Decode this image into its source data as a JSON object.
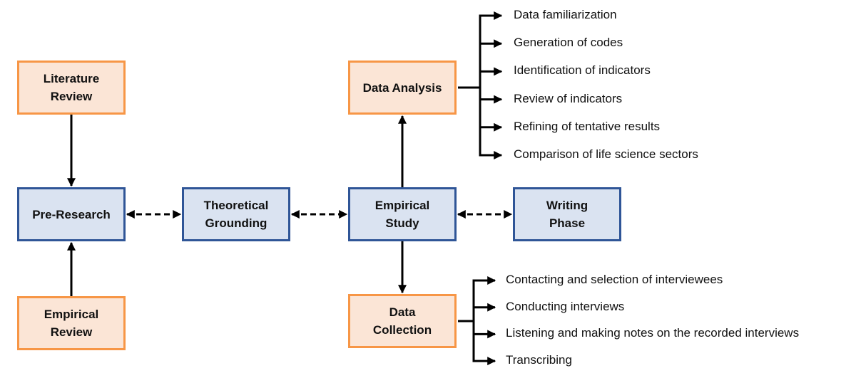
{
  "colors": {
    "orange_fill": "#fbe5d6",
    "orange_border": "#f79646",
    "blue_fill": "#dae3f1",
    "blue_border": "#2f5597",
    "line": "#000000"
  },
  "nodes": {
    "literature_review": "Literature\nReview",
    "pre_research": "Pre-Research",
    "empirical_review": "Empirical\nReview",
    "theoretical_grounding": "Theoretical\nGrounding",
    "empirical_study": "Empirical\nStudy",
    "writing_phase": "Writing\nPhase",
    "data_analysis": "Data Analysis",
    "data_collection": "Data\nCollection"
  },
  "data_analysis_steps": [
    "Data familiarization",
    "Generation of codes",
    "Identification of indicators",
    "Review of indicators",
    "Refining of tentative results",
    "Comparison of life science sectors"
  ],
  "data_collection_steps": [
    "Contacting and selection of interviewees",
    "Conducting interviews",
    "Listening and making notes on the recorded interviews",
    "Transcribing"
  ],
  "edges": [
    {
      "from": "literature_review",
      "to": "pre_research",
      "style": "solid",
      "direction": "forward"
    },
    {
      "from": "empirical_review",
      "to": "pre_research",
      "style": "solid",
      "direction": "forward"
    },
    {
      "from": "pre_research",
      "to": "theoretical_grounding",
      "style": "dashed",
      "direction": "both"
    },
    {
      "from": "theoretical_grounding",
      "to": "empirical_study",
      "style": "dashed",
      "direction": "both"
    },
    {
      "from": "empirical_study",
      "to": "writing_phase",
      "style": "dashed",
      "direction": "both"
    },
    {
      "from": "empirical_study",
      "to": "data_analysis",
      "style": "solid",
      "direction": "forward"
    },
    {
      "from": "empirical_study",
      "to": "data_collection",
      "style": "solid",
      "direction": "forward"
    }
  ]
}
